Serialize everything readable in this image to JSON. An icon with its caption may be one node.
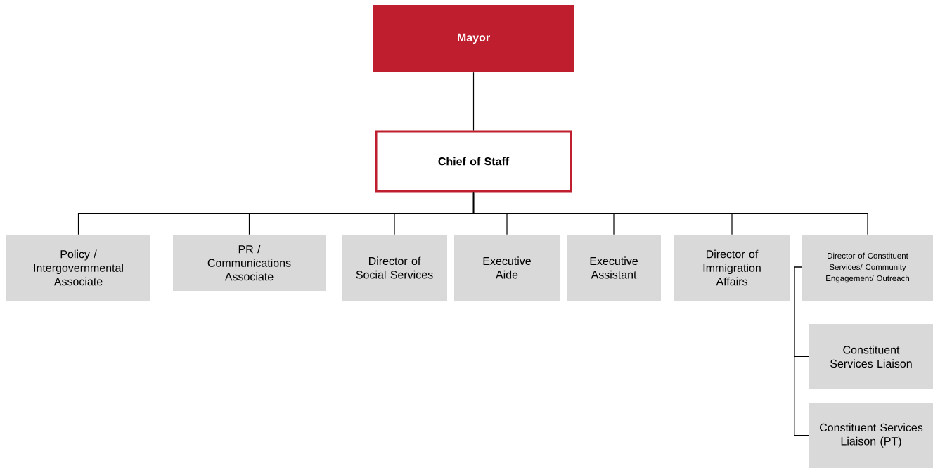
{
  "diagram": {
    "nodes": [
      {
        "text": [
          "Mayor"
        ]
      },
      {
        "text": [
          "Chief of Staff"
        ]
      },
      {
        "text": [
          "Policy / Intergovernmental Associate"
        ]
      },
      {
        "text": [
          "PR / Communications Associate"
        ]
      },
      {
        "text": [
          "Director of Social Services"
        ]
      },
      {
        "text": [
          "Executive Aide"
        ]
      },
      {
        "text": [
          "Executive Assistant"
        ]
      },
      {
        "text": [
          "Director of Immigration Affairs"
        ]
      },
      {
        "text": [
          "Director of Constituent Services/ Community Engagement/ Outreach"
        ]
      },
      {
        "text": [
          "Constituent Services Liaison"
        ]
      },
      {
        "text": [
          "Constituent Services Liaison (PT)"
        ]
      }
    ],
    "edges": [
      {
        "from": 0,
        "to": 1,
        "arrow": "none"
      },
      {
        "from": 1,
        "to": 2,
        "arrow": "none"
      },
      {
        "from": 1,
        "to": 3,
        "arrow": "none"
      },
      {
        "from": 1,
        "to": 4,
        "arrow": "none"
      },
      {
        "from": 1,
        "to": 5,
        "arrow": "none"
      },
      {
        "from": 1,
        "to": 6,
        "arrow": "none"
      },
      {
        "from": 1,
        "to": 7,
        "arrow": "none"
      },
      {
        "from": 1,
        "to": 8,
        "arrow": "none"
      },
      {
        "from": 8,
        "to": 9,
        "arrow": "none"
      },
      {
        "from": 8,
        "to": 10,
        "arrow": "none"
      }
    ]
  }
}
